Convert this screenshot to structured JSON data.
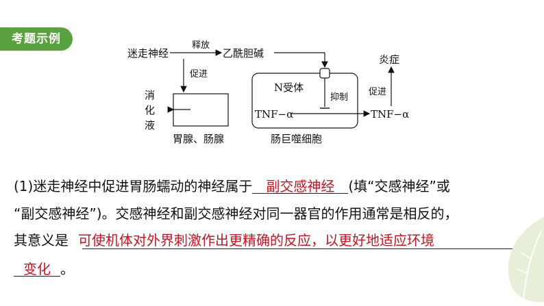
{
  "tag_label": "考题示例",
  "diagram": {
    "nerve": "迷走神经",
    "release": "释放",
    "ach": "乙酰胆碱",
    "promote1": "促进",
    "digestive_chars": [
      "消",
      "化",
      "液"
    ],
    "gland_label": "胃腺、肠腺",
    "receptor": "N受体",
    "inhibit": "抑制",
    "tnf_left": "TNF−α",
    "tnf_right": "TNF−α",
    "promote2": "促进",
    "inflammation": "炎症",
    "macrophage_label": "肠巨噬细胞"
  },
  "question": {
    "line1_prefix": "(1)迷走神经中促进胃肠蠕动的神经属于",
    "answer1": "副交感神经",
    "line1_suffix": "(填“交感神经”或",
    "line2": "“副交感神经”)。交感神经和副交感神经对同一器官的作用通常是相反的，",
    "line3_prefix": "其意义是",
    "answer2_part1": "可使机体对外界刺激作出更精确的反应，以更好地适应环境",
    "answer2_part2": "变化",
    "end_mark": "。"
  },
  "colors": {
    "tag": "#5aa23f",
    "answer": "#c8141e",
    "leaf": "#e7efd8"
  }
}
